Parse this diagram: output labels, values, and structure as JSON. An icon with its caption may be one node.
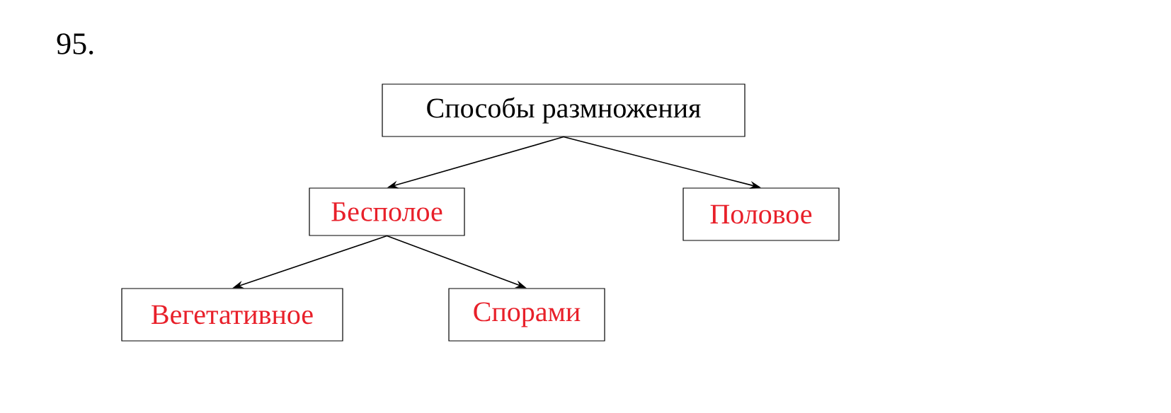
{
  "diagram": {
    "nodes": [
      {
        "text": [
          "Способы размножения"
        ]
      },
      {
        "text": [
          "Бесполое"
        ]
      },
      {
        "text": [
          "Половое"
        ]
      },
      {
        "text": [
          "Вегетативное"
        ]
      },
      {
        "text": [
          "Спорами"
        ]
      }
    ],
    "edges": [
      {
        "from": 0,
        "to": 1,
        "arrow": "to"
      },
      {
        "from": 0,
        "to": 2,
        "arrow": "to"
      },
      {
        "from": 1,
        "to": 3,
        "arrow": "to"
      },
      {
        "from": 1,
        "to": 4,
        "arrow": "to"
      }
    ],
    "labels": [
      "95."
    ]
  }
}
